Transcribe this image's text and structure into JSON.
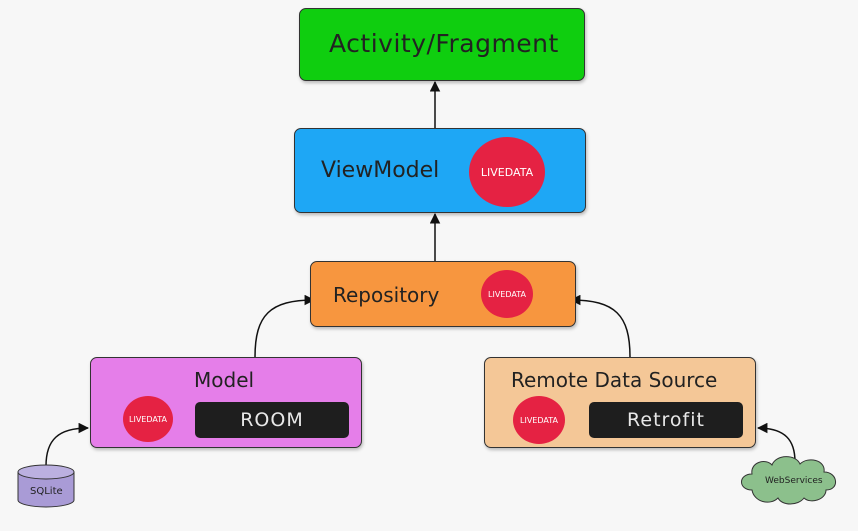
{
  "activity": {
    "label": "Activity/Fragment",
    "color": "#0fce0f"
  },
  "viewmodel": {
    "label": "ViewModel",
    "badge": "LIVEDATA",
    "color": "#1ea7f5"
  },
  "repository": {
    "label": "Repository",
    "badge": "LIVEDATA",
    "color": "#f7963f"
  },
  "model": {
    "label": "Model",
    "badge": "LIVEDATA",
    "library": "ROOM",
    "color": "#e57ee9"
  },
  "remote": {
    "label": "Remote Data Source",
    "badge": "LIVEDATA",
    "library": "Retrofit",
    "color": "#f4c797"
  },
  "sqlite": {
    "label": "SQLite",
    "color": "#a99bd6"
  },
  "webservices": {
    "label": "WebServices",
    "color": "#8cc08c"
  },
  "badge_color": "#e52243"
}
